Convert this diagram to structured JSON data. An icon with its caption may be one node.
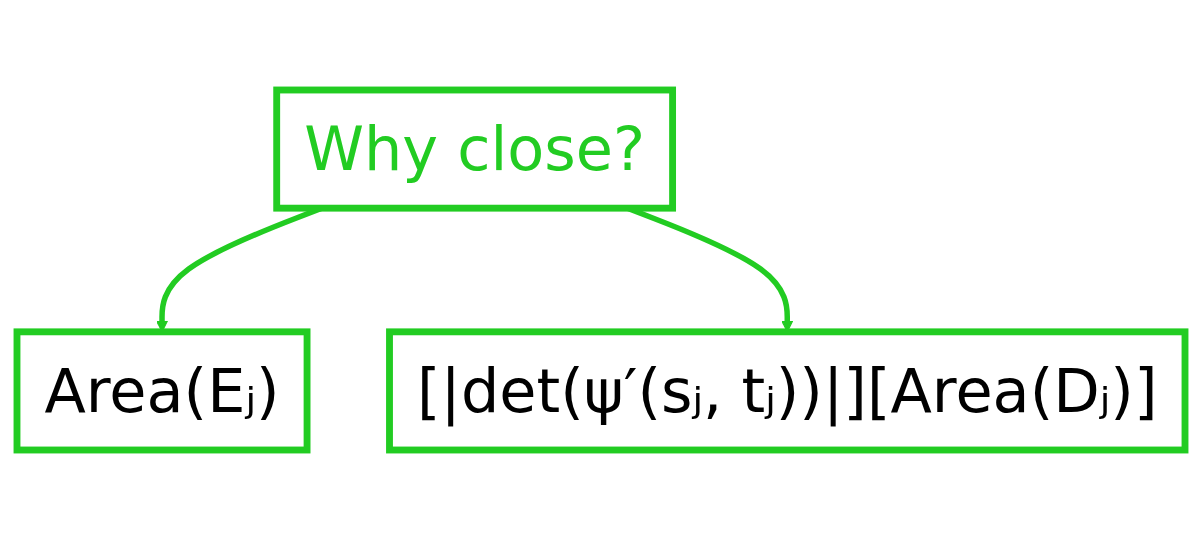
{
  "diagram": {
    "nodes": [
      {
        "text": [
          "Why close?"
        ]
      },
      {
        "text": [
          "Area(Eⱼ)"
        ]
      },
      {
        "text": [
          "[|det(ψ′(sⱼ, tⱼ))|][Area(Dⱼ)]"
        ]
      }
    ],
    "edges": [
      {
        "from": 0,
        "to": 1,
        "arrow": "to"
      },
      {
        "from": 0,
        "to": 2,
        "arrow": "to"
      }
    ]
  }
}
